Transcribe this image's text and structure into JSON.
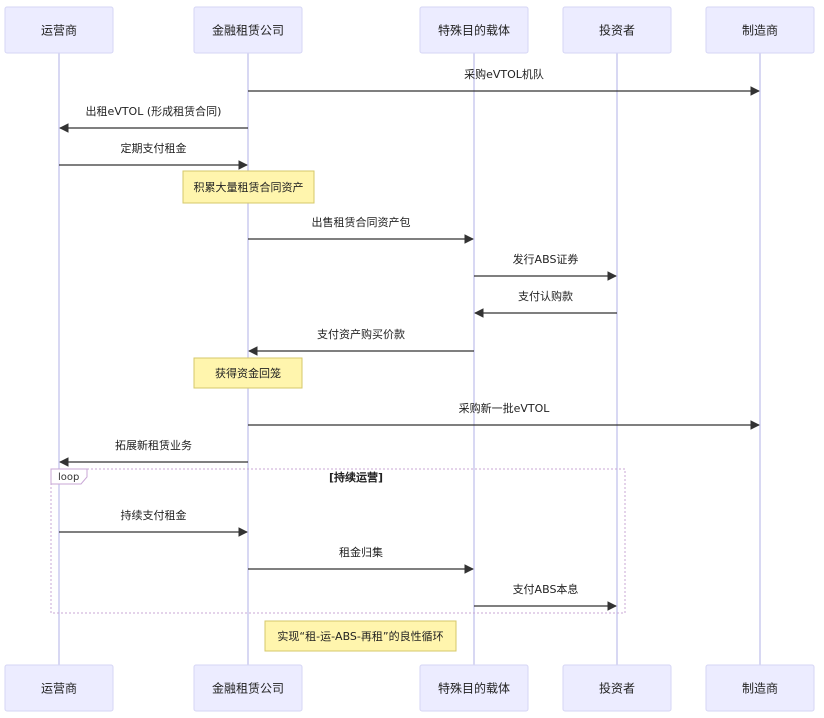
{
  "actors": [
    {
      "id": "operator",
      "name": "运营商"
    },
    {
      "id": "lessor",
      "name": "金融租赁公司"
    },
    {
      "id": "spv",
      "name": "特殊目的载体"
    },
    {
      "id": "investor",
      "name": "投资者"
    },
    {
      "id": "maker",
      "name": "制造商"
    }
  ],
  "messages": [
    {
      "from": "lessor",
      "to": "maker",
      "text": "采购eVTOL机队"
    },
    {
      "from": "lessor",
      "to": "operator",
      "text": "出租eVTOL (形成租赁合同)"
    },
    {
      "from": "operator",
      "to": "lessor",
      "text": "定期支付租金"
    },
    {
      "from": "lessor",
      "to": "spv",
      "text": "出售租赁合同资产包"
    },
    {
      "from": "spv",
      "to": "investor",
      "text": "发行ABS证券"
    },
    {
      "from": "investor",
      "to": "spv",
      "text": "支付认购款"
    },
    {
      "from": "spv",
      "to": "lessor",
      "text": "支付资产购买价款"
    },
    {
      "from": "lessor",
      "to": "maker",
      "text": "采购新一批eVTOL"
    },
    {
      "from": "lessor",
      "to": "operator",
      "text": "拓展新租赁业务"
    },
    {
      "from": "operator",
      "to": "lessor",
      "text": "持续支付租金"
    },
    {
      "from": "lessor",
      "to": "spv",
      "text": "租金归集"
    },
    {
      "from": "spv",
      "to": "investor",
      "text": "支付ABS本息"
    }
  ],
  "notes": [
    {
      "text": "积累大量租赁合同资产"
    },
    {
      "text": "获得资金回笼"
    },
    {
      "text": "实现“租-运-ABS-再租”的良性循环"
    }
  ],
  "loop": {
    "label": "loop",
    "title": "[持续运营]"
  }
}
